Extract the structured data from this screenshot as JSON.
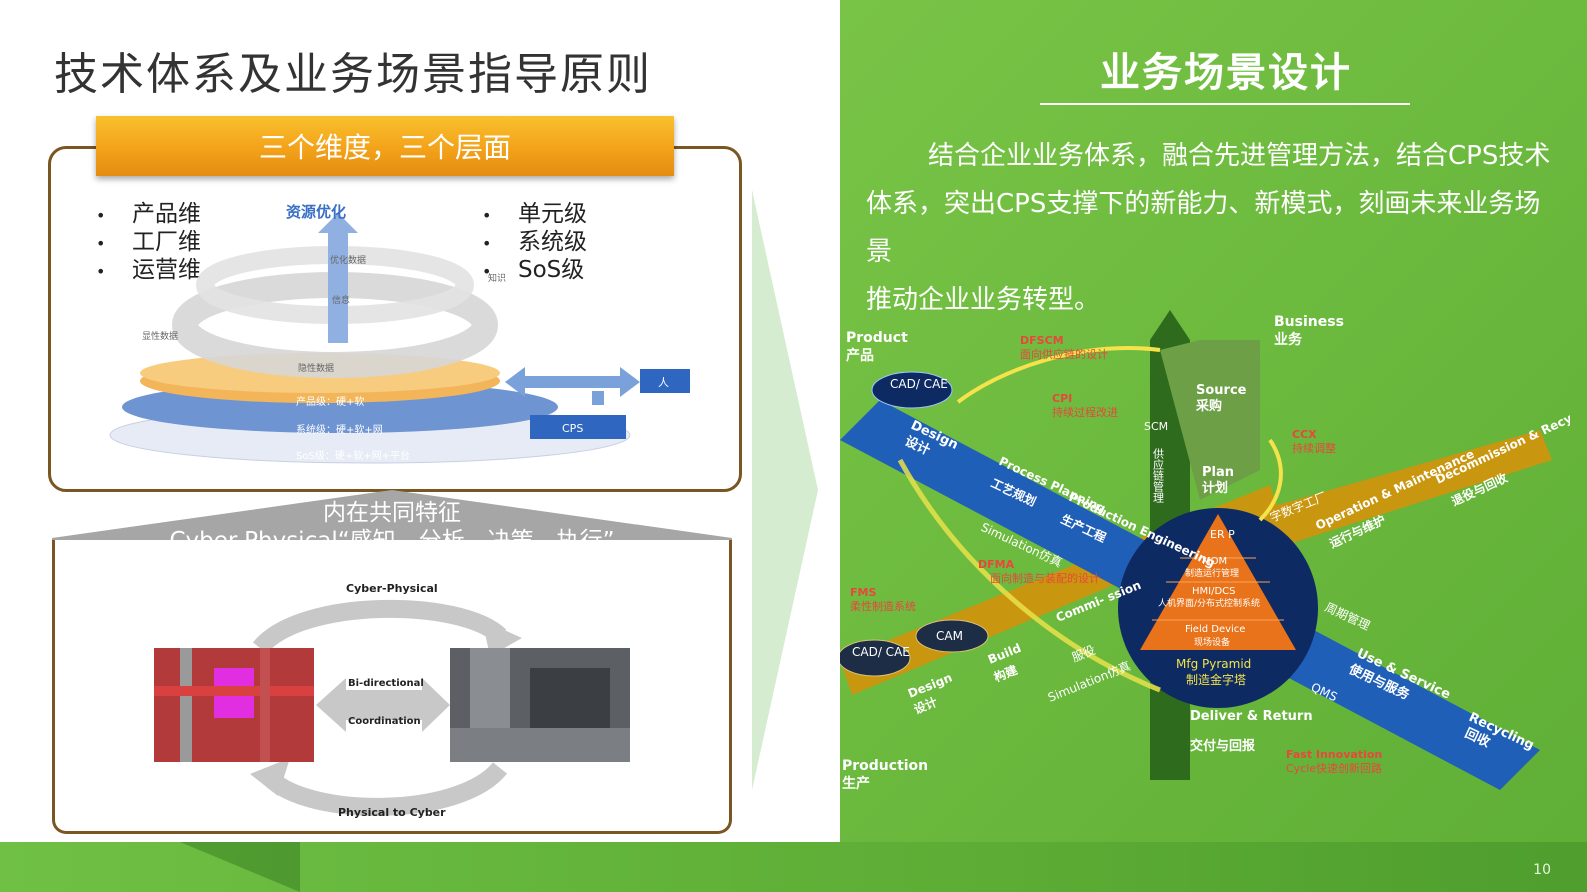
{
  "left": {
    "title": "技术体系及业务场景指导原则",
    "banner": "三个维度，三个层面",
    "dimensions": [
      "产品维",
      "工厂维",
      "运营维"
    ],
    "levels": [
      "单元级",
      "系统级",
      "SoS级"
    ],
    "diagram": {
      "top_label": "资源优化",
      "optimize": "优化数据",
      "knowledge": "知识",
      "info": "信息",
      "explicit": "显性数据",
      "implicit": "隐性数据",
      "layer1": "产品级：硬+软",
      "layer2": "系统级：硬+软+网",
      "layer3": "SoS级：硬+软+网+平台",
      "person": "人",
      "cps": "CPS"
    },
    "common_title": "内在共同特征",
    "common_sub": "Cyber-Physical“感知、分析、决策、执行”",
    "cp": {
      "top": "Cyber-Physical",
      "mid1": "Bi-directional",
      "mid2": "Coordination",
      "bottom": "Physical to Cyber"
    }
  },
  "right": {
    "title": "业务场景设计",
    "paragraph_line1": "结合企业业务体系，融合先进管理方法，结合CPS技术",
    "paragraph_line2": "体系，突出CPS支撑下的新能力、新模式，刻画未来业务场景",
    "paragraph_line3": "推动企业业务转型。"
  },
  "diagram": {
    "product": "Product",
    "product_cn": "产品",
    "production": "Production",
    "production_cn": "生产",
    "business": "Business",
    "business_cn": "业务",
    "cad_cae": "CAD/ CAE",
    "design": "Design",
    "design_cn": "设计",
    "process_planning": "Process Planning",
    "process_planning_cn": "工艺规划",
    "production_eng": "Production Engineering",
    "production_eng_cn": "生产工程",
    "scm": "SCM",
    "scm_cn": "供应链管理",
    "source": "Source",
    "source_cn": "采购",
    "plan": "Plan",
    "plan_cn": "计划",
    "dfscm": "DFSCM",
    "dfscm_cn": "面向供应链的设计",
    "cpi": "CPI",
    "cpi_cn": "持续过程改进",
    "ccx": "CCX",
    "ccx_cn": "持续调整",
    "digital_factory": "字数字工厂",
    "operation": "Operation & Maintenance",
    "operation_cn": "运行与维护",
    "decommission": "Decommission & Recycling",
    "decommission_cn": "退役与回收",
    "simulation": "Simulation仿真",
    "dfma": "DFMA",
    "dfma_cn": "面向制造与装配的设计",
    "fms": "FMS",
    "fms_cn": "柔性制造系统",
    "cam": "CAM",
    "commission": "Commi- ssion",
    "build": "Build",
    "build_cn": "构建",
    "service_cn": "服役",
    "simulation2": "Simulation仿真",
    "erp": "ER P",
    "mom": "MOM",
    "mom_cn": "制造运行管理",
    "hmi": "HMI/DCS",
    "hmi_cn": "人机界面/分布式控制系统",
    "field": "Field Device",
    "field_cn": "现场设备",
    "pyramid": "Mfg Pyramid",
    "pyramid_cn": "制造金字塔",
    "lifecycle": "周期管理",
    "use_service": "Use & Service",
    "use_service_cn": "使用与服务",
    "qms": "QMS",
    "recycling": "Recycling",
    "recycling_cn": "回收",
    "deliver": "Deliver & Return",
    "deliver_cn": "交付与回报",
    "fast": "Fast Innovation",
    "fast_cn": "Cycle快速创新回路"
  },
  "page_number": "10"
}
